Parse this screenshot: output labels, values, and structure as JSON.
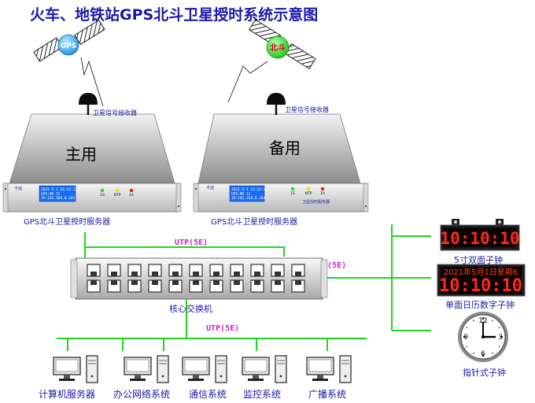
{
  "title": "火车、地铁站GPS北斗卫星授时系统示意图",
  "satellites": {
    "gps_label": "GPS",
    "beidou_label": "北斗"
  },
  "receiver_label": "卫星信号接收器",
  "servers": {
    "main": {
      "mode_label": "主用",
      "brand": "卡迪",
      "lcd": [
        "2021-5-1 12:12:12",
        "GPS:NO 12",
        "IP:192.168.0.201"
      ],
      "indicators": [
        "1S",
        "NTP",
        "1A"
      ],
      "caption": "GPS北斗卫星授时服务器"
    },
    "backup": {
      "mode_label": "备用",
      "brand": "卡迪",
      "lcd": [
        "2021-5-1 12:12:12",
        "GPS:NO 12",
        "IP:192.168.0.201"
      ],
      "indicators": [
        "1S",
        "NTP",
        "1A"
      ],
      "panel_label": "卫星授时服务器",
      "caption": "GPS北斗卫星授时服务器"
    }
  },
  "links": {
    "utp_1": "UTP(5E)",
    "utp_2": "UTP(5E)",
    "utp_3": "UTP(5E)"
  },
  "switch_label": "核心交换机",
  "clocks": {
    "double_face": {
      "time": "10:10:10",
      "label": "5寸双面子钟"
    },
    "calendar": {
      "date_line": "2021年5月1日星期6",
      "time": "10:10:10",
      "label": "单面日历数字子钟"
    },
    "analog": {
      "label": "指针式子钟",
      "numerals": [
        "12",
        "3",
        "6",
        "9"
      ]
    }
  },
  "systems": [
    "计算机服务器",
    "办公网络系统",
    "通信系统",
    "监控系统",
    "广播系统"
  ],
  "colors": {
    "title": "#1a1aa8",
    "line_green": "#1fd61f",
    "utp_magenta": "#d020c8",
    "led_red": "#ff2a1a",
    "gps_sphere": "#3aa8e8",
    "beidou_sphere": "#28d828"
  }
}
